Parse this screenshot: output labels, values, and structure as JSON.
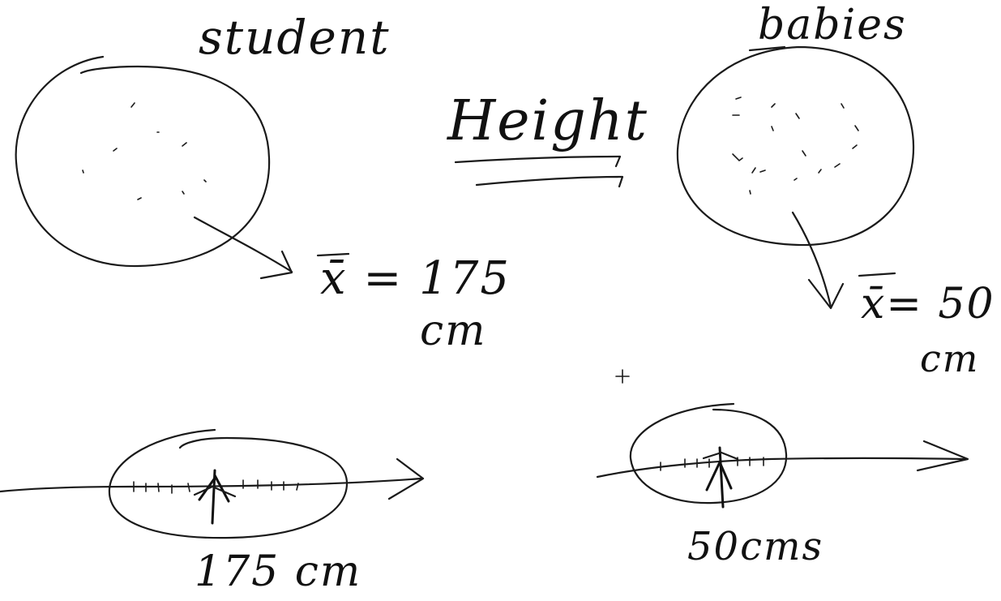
{
  "labels": {
    "left_population": "student",
    "right_population": "babies",
    "variable": "Height",
    "left_mean_symbol": "x̄ = 175",
    "left_mean_unit": "cm",
    "right_mean_symbol": "x̄= 50",
    "right_mean_unit": "cm",
    "left_axis_value": "175 cm",
    "right_axis_value": "50cms"
  }
}
